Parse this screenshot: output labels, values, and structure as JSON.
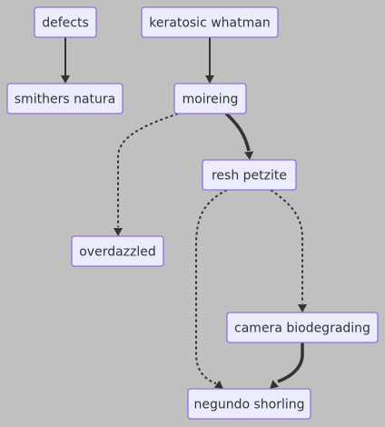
{
  "diagram": {
    "type": "flowchart",
    "colors": {
      "background": "#c0c0c0",
      "node_fill": "#ececff",
      "node_border": "#9370db",
      "edge": "#333333",
      "text": "#333333"
    },
    "nodes": [
      {
        "id": "defects",
        "label": "defects"
      },
      {
        "id": "keratosic-whatman",
        "label": "keratosic whatman"
      },
      {
        "id": "smithers-natura",
        "label": "smithers natura"
      },
      {
        "id": "moireing",
        "label": "moireing"
      },
      {
        "id": "resh-petzite",
        "label": "resh petzite"
      },
      {
        "id": "overdazzled",
        "label": "overdazzled"
      },
      {
        "id": "camera-biodegrading",
        "label": "camera biodegrading"
      },
      {
        "id": "negundo-shorling",
        "label": "negundo shorling"
      }
    ],
    "edges": [
      {
        "from": "defects",
        "to": "smithers-natura",
        "style": "solid"
      },
      {
        "from": "keratosic-whatman",
        "to": "moireing",
        "style": "solid"
      },
      {
        "from": "moireing",
        "to": "resh-petzite",
        "style": "thick"
      },
      {
        "from": "moireing",
        "to": "overdazzled",
        "style": "dotted"
      },
      {
        "from": "resh-petzite",
        "to": "negundo-shorling",
        "style": "dotted"
      },
      {
        "from": "resh-petzite",
        "to": "camera-biodegrading",
        "style": "dotted"
      },
      {
        "from": "camera-biodegrading",
        "to": "negundo-shorling",
        "style": "thick"
      }
    ]
  }
}
